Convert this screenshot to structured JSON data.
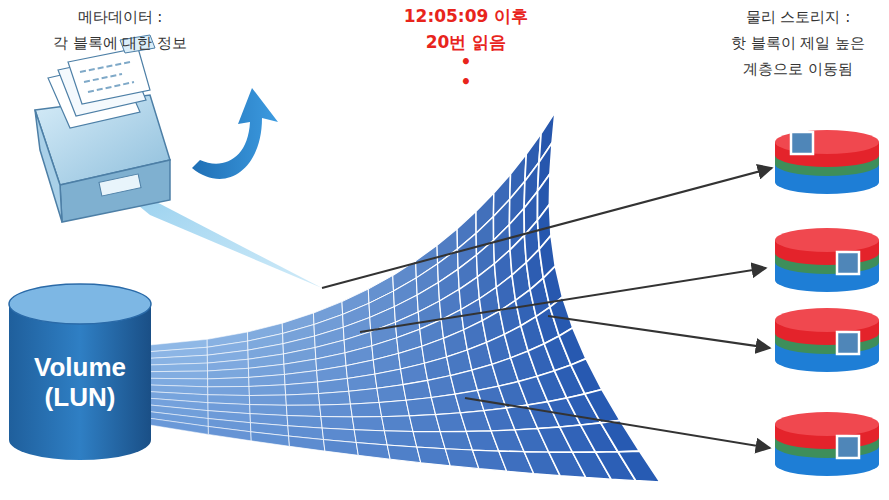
{
  "diagram": {
    "nodes": [
      {
        "text": [
          "Volume (LUN)"
        ]
      }
    ],
    "labels": [
      "메타데이터 :",
      "각 블록에 대한 정보",
      "12:05:09 이후",
      "20번 읽음",
      "•",
      "•",
      "물리 스토리지 :",
      "핫 블록이 제일 높은",
      "계층으로 이동됨"
    ]
  }
}
